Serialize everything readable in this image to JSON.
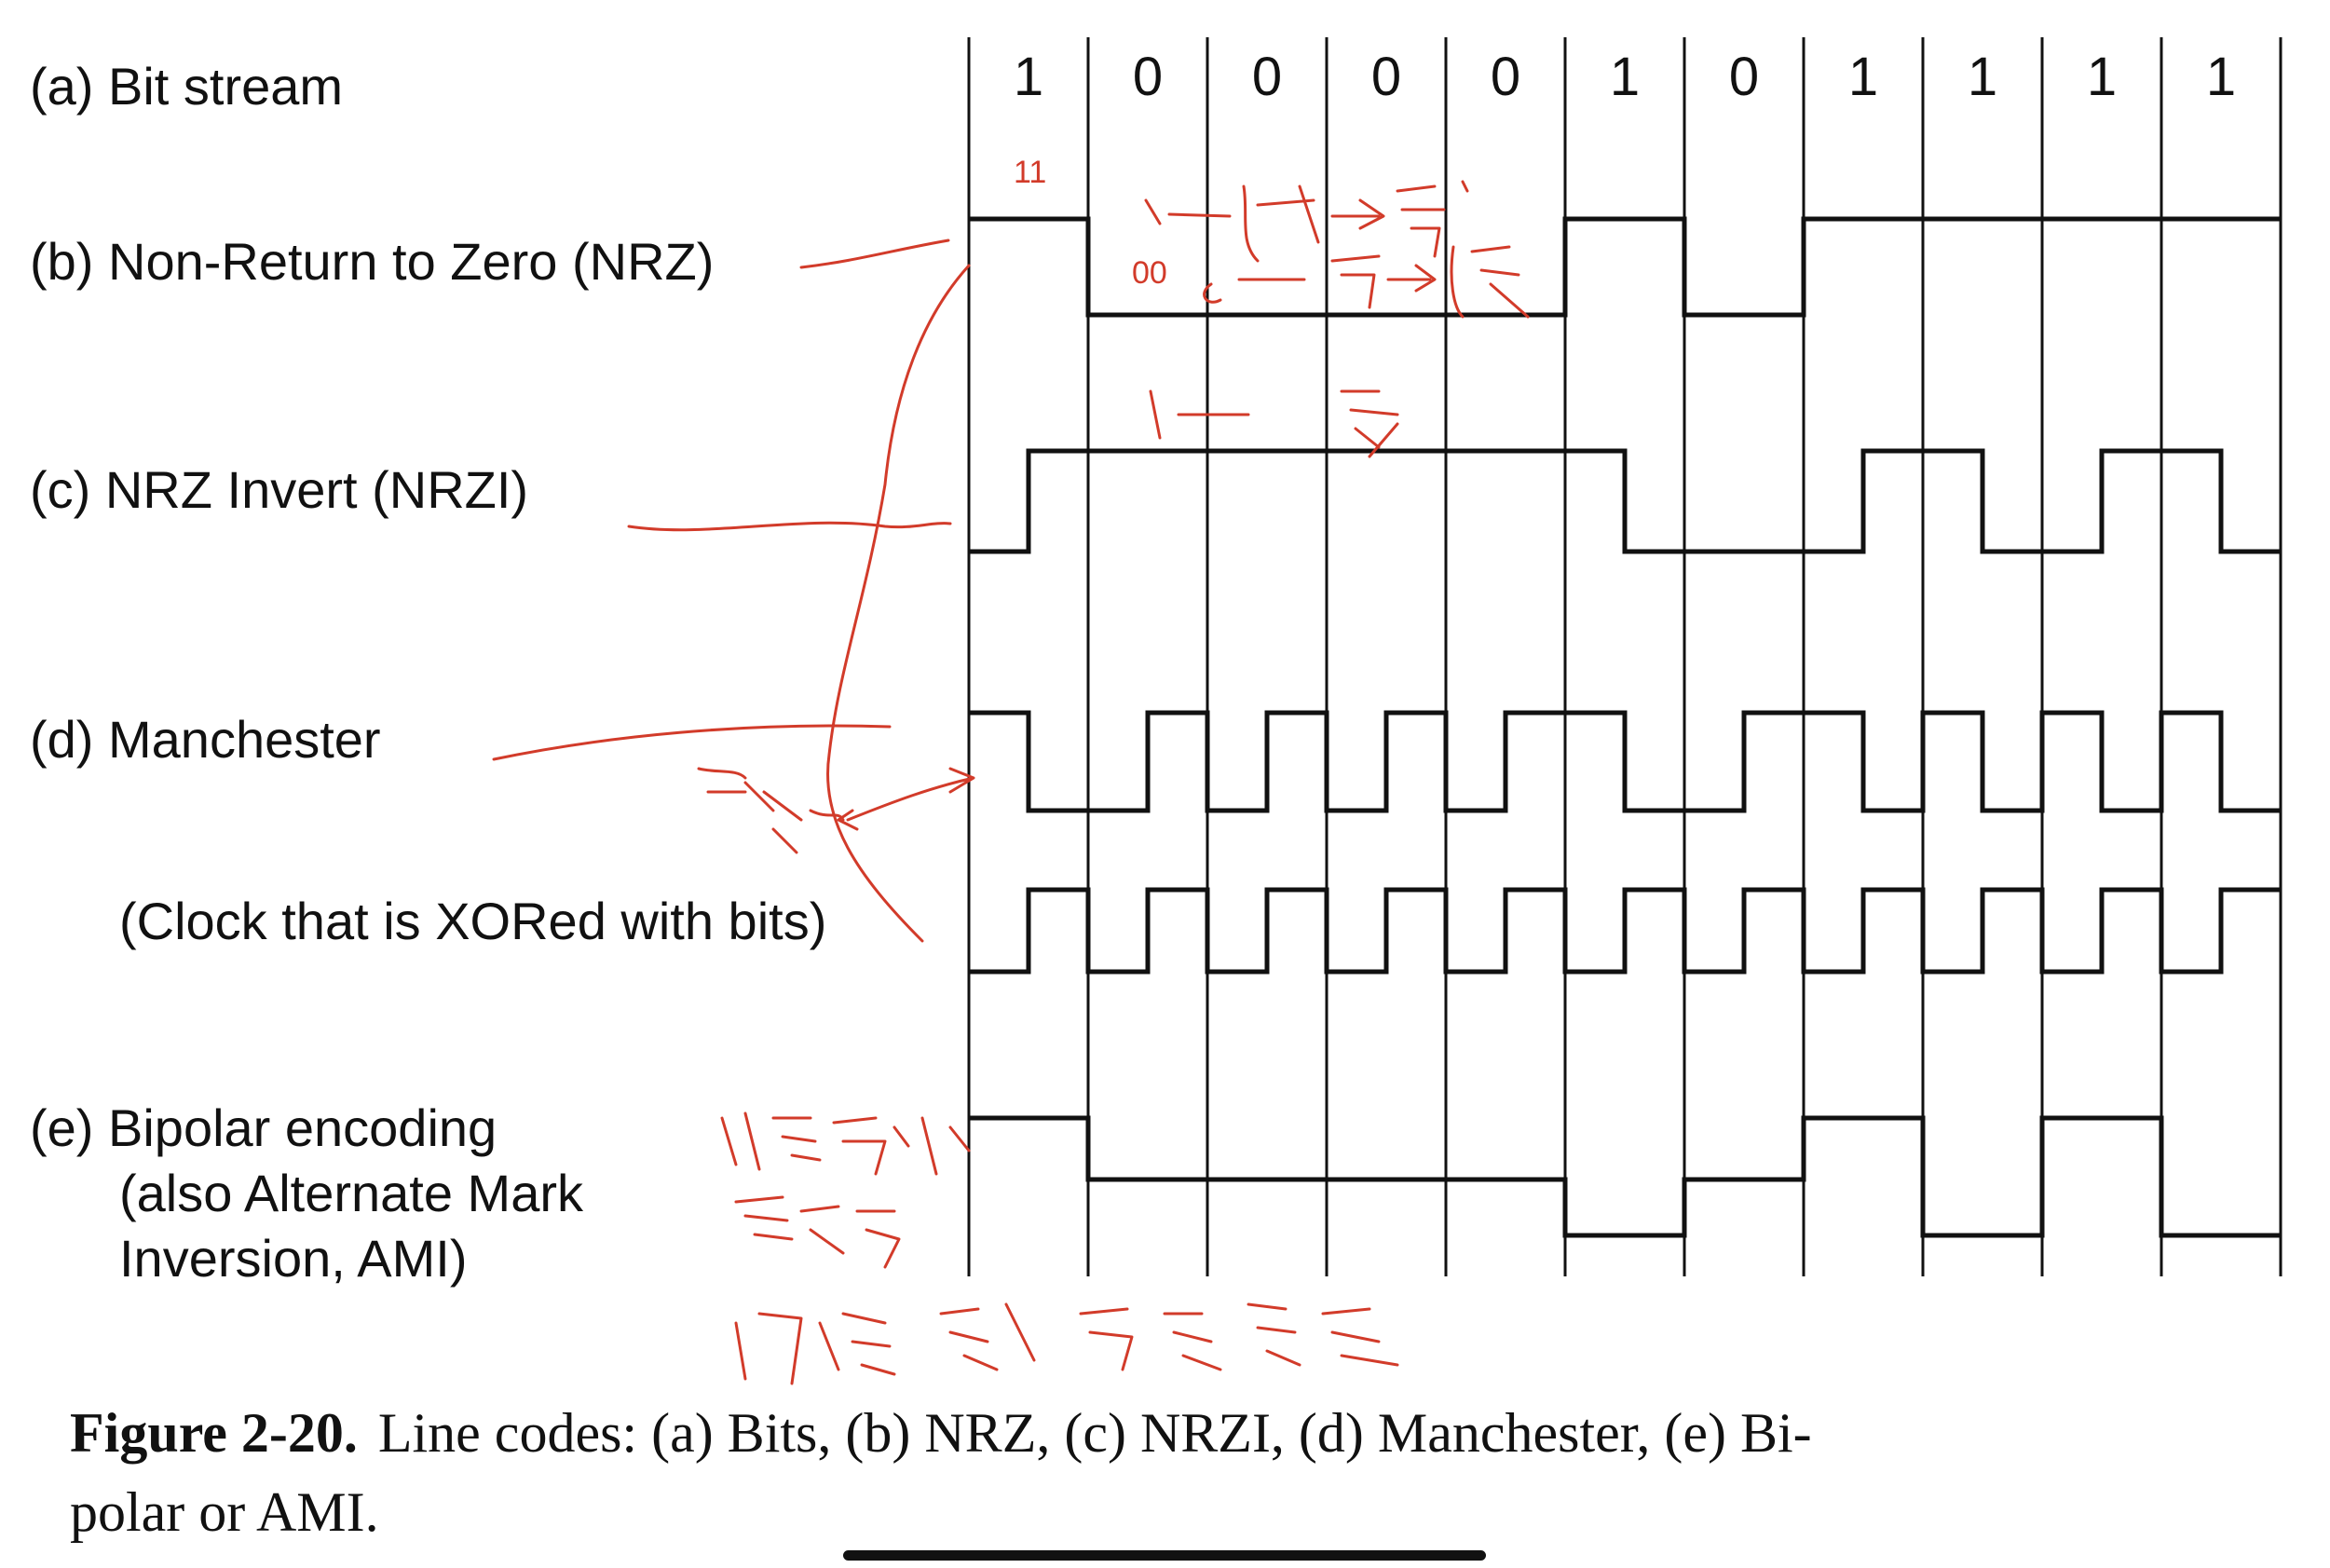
{
  "labels": {
    "a": "(a) Bit stream",
    "b": "(b) Non-Return to Zero (NRZ)",
    "c": "(c) NRZ Invert (NRZI)",
    "d": "(d) Manchester",
    "d_clock": "(Clock that is XORed with bits)",
    "e_line1": "(e) Bipolar encoding",
    "e_line2": "(also Alternate Mark",
    "e_line3": "Inversion, AMI)"
  },
  "bits": [
    "1",
    "0",
    "0",
    "0",
    "0",
    "1",
    "0",
    "1",
    "1",
    "1",
    "1"
  ],
  "annotations": {
    "ones_note": "11",
    "zeros_note": "00"
  },
  "caption": {
    "figure": "Figure 2-20.",
    "line1_text": "Line codes: (a) Bits, (b) NRZ, (c) NRZI, (d) Manchester, (e) Bi-",
    "line2_text": "polar or AMI."
  },
  "waveforms": {
    "nrz_levels": [
      1,
      0,
      0,
      0,
      0,
      1,
      0,
      1,
      1,
      1,
      1
    ],
    "nrzi_initial_level": 0,
    "manchester_half_levels": [
      1,
      0,
      0,
      1,
      0,
      1,
      0,
      1,
      0,
      1,
      1,
      0,
      0,
      1,
      1,
      0,
      1,
      0,
      1,
      0,
      1,
      0
    ],
    "clock_half_levels": [
      0,
      1,
      0,
      1,
      0,
      1,
      0,
      1,
      0,
      1,
      0,
      1,
      0,
      1,
      0,
      1,
      0,
      1,
      0,
      1,
      0,
      1
    ],
    "ami_levels": [
      1,
      0,
      0,
      0,
      0,
      -1,
      0,
      1,
      -1,
      1,
      -1
    ]
  },
  "colors": {
    "ink": "#111111",
    "handwriting": "#d23b2a"
  }
}
